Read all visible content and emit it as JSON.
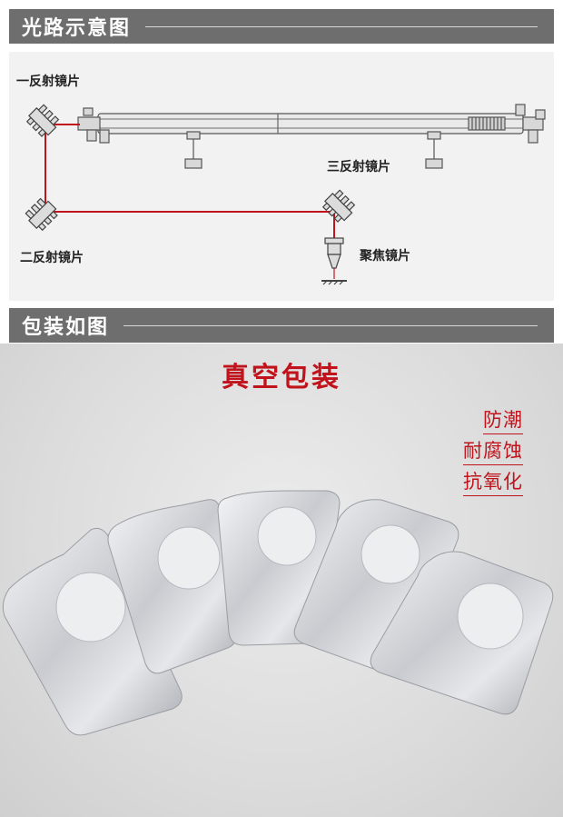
{
  "sections": {
    "optical_path": {
      "title": "光路示意图"
    },
    "packaging": {
      "title": "包装如图"
    }
  },
  "diagram": {
    "labels": {
      "mirror1": "一反射镜片",
      "mirror2": "二反射镜片",
      "mirror3": "三反射镜片",
      "focus_lens": "聚焦镜片"
    },
    "beam_color": "#c0131b"
  },
  "packaging": {
    "headline": "真空包装",
    "features": [
      "防潮",
      "耐腐蚀",
      "抗氧化"
    ],
    "accent_color": "#c0131b"
  }
}
